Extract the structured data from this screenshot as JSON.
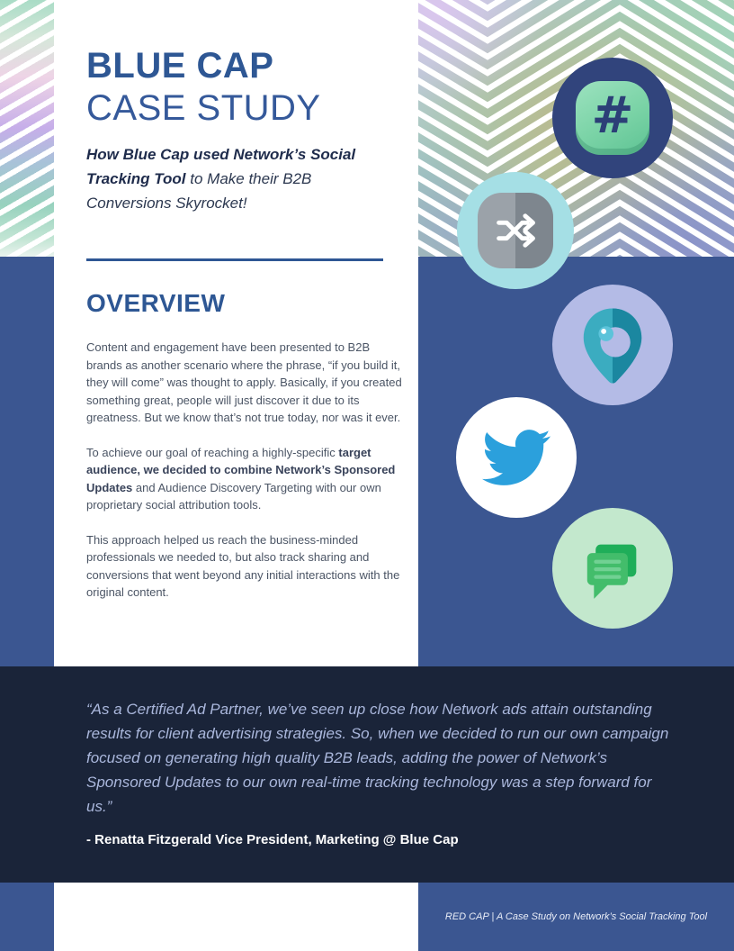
{
  "header": {
    "title_line1": "BLUE CAP",
    "title_line2": "CASE STUDY",
    "subtitle_bold": "How Blue Cap used Network’s Social Tracking Tool",
    "subtitle_rest": " to Make their B2B Conversions Skyrocket!"
  },
  "overview": {
    "heading": "OVERVIEW",
    "p1": "Content and engagement have been presented to B2B brands as another scenario where the phrase, “if you build it, they will come” was thought to apply. Basically, if you created something great, people will just discover it due to its greatness. But we know that’s not true today, nor was it ever.",
    "p2_pre": "To achieve our goal of reaching a highly-specific ",
    "p2_bold": "target audience, we decided to combine Network’s Sponsored Updates",
    "p2_post": " and Audience Discovery Targeting with our own proprietary social attribution tools.",
    "p3": "This approach helped us reach the business-minded professionals we needed to, but also track sharing and conversions that went beyond any initial interactions with the original content."
  },
  "quote": {
    "text": "“As a Certified Ad Partner, we’ve seen up close how Network ads attain outstanding results for client advertising strategies. So, when we decided to run our own campaign focused on generating high quality B2B leads, adding the power of Network’s Sponsored Updates to our own real-time tracking technology was a step forward for us.”",
    "attribution": "- Renatta Fitzgerald Vice President, Marketing @ Blue Cap"
  },
  "footer": {
    "text": "RED CAP | A Case Study on Network’s Social Tracking Tool"
  },
  "icons": {
    "hashtag": {
      "name": "hashtag-icon",
      "glyph": "#"
    },
    "shuffle": {
      "name": "shuffle-icon"
    },
    "location": {
      "name": "location-pin-icon"
    },
    "twitter": {
      "name": "twitter-bird-icon"
    },
    "chat": {
      "name": "chat-bubbles-icon"
    }
  },
  "colors": {
    "accent_blue": "#2e5794",
    "panel_blue": "#3b5691",
    "navy": "#1a2439",
    "body_text": "#4b5565",
    "quote_text": "#aab7dc",
    "mint": "#7ad3a6",
    "cyan": "#a5dfe5",
    "periwinkle": "#b4bbe6",
    "twitter_blue": "#2ba0dc",
    "chat_green": "#43bd6b"
  }
}
